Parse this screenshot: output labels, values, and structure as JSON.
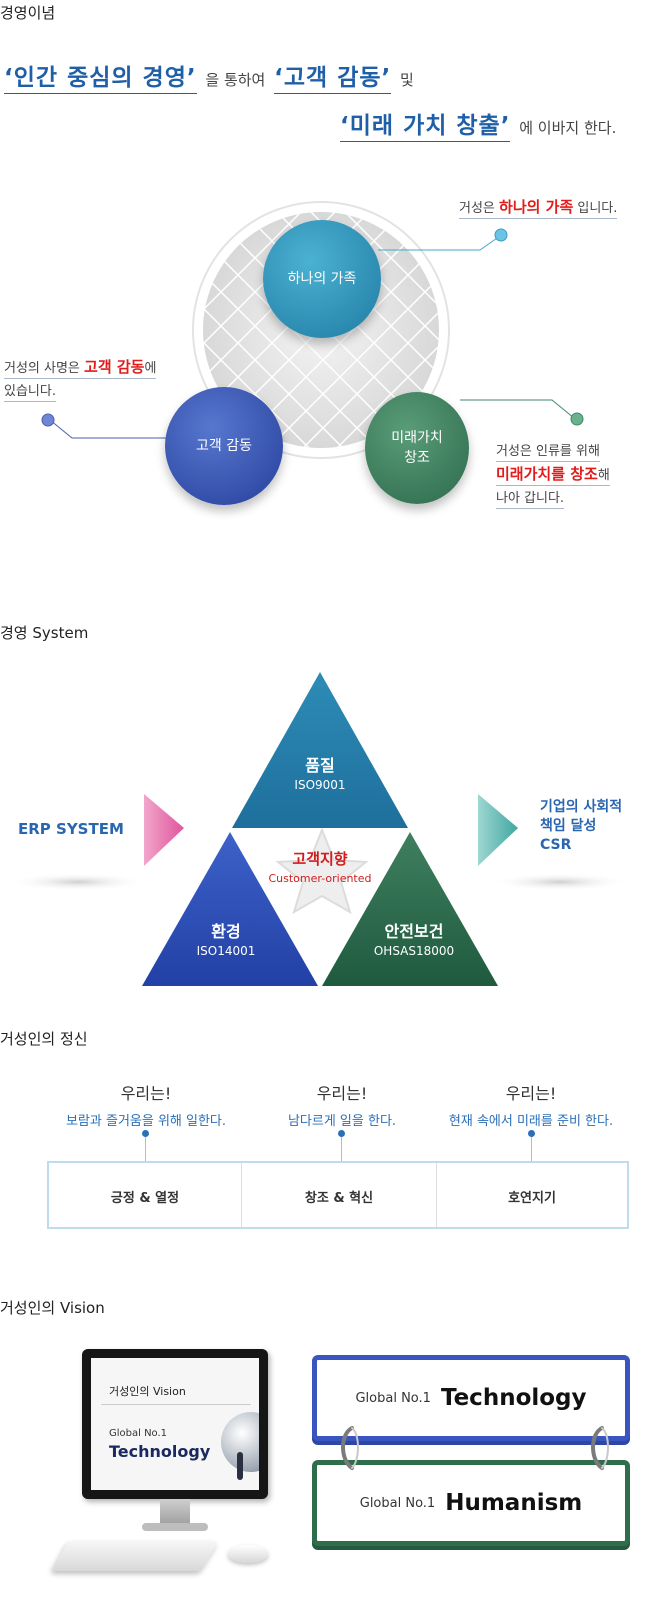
{
  "sections": {
    "philosophy_title": "경영이념",
    "system_title": "경영 System",
    "spirit_title": "거성인의 정신",
    "vision_title": "거성인의 Vision"
  },
  "philosophy": {
    "line1": {
      "hl1": "‘인간 중심의 경영’",
      "t1": "을 통하여",
      "hl2": "‘고객 감동’",
      "t2": "및"
    },
    "line2": {
      "hl": "‘미래 가치 창출’",
      "t": "에 이바지 한다."
    },
    "circles": {
      "family": "하나의 가족",
      "customer": "고객 감동",
      "future": [
        "미래가치",
        "창조"
      ]
    },
    "labels": {
      "family": {
        "pre": "거성은 ",
        "red": "하나의 가족",
        "post": " 입니다."
      },
      "customer": {
        "pre": "거성의 사명은 ",
        "red": "고객 감동",
        "post": "에",
        "line2": "있습니다."
      },
      "future": {
        "line1": "거성은 인류를 위해",
        "red": "미래가치를 창조",
        "post": "해",
        "line3": "나아 갑니다."
      }
    }
  },
  "system": {
    "left": "ERP SYSTEM",
    "right": [
      "기업의 사회적",
      "책임 달성",
      "CSR"
    ],
    "top": {
      "title": "품질",
      "code": "ISO9001"
    },
    "center": {
      "title": "고객지향",
      "sub": "Customer-oriented"
    },
    "bottom_left": {
      "title": "환경",
      "code": "ISO14001"
    },
    "bottom_right": {
      "title": "안전보건",
      "code": "OHSAS18000"
    }
  },
  "spirit": {
    "columns": [
      {
        "head": "우리는!",
        "sub": "보람과 즐거움을 위해 일한다.",
        "value": "긍정 & 열정"
      },
      {
        "head": "우리는!",
        "sub": "남다르게 일을 한다.",
        "value": "창조 & 혁신"
      },
      {
        "head": "우리는!",
        "sub": "현재 속에서 미래를 준비 한다.",
        "value": "호연지기"
      }
    ]
  },
  "vision": {
    "screen_title": "거성인의 Vision",
    "screen_sub": "Global No.1",
    "screen_main": "Technology",
    "box1": {
      "prefix": "Global No.1",
      "main": "Technology"
    },
    "box2": {
      "prefix": "Global No.1",
      "main": "Humanism"
    },
    "colors": {
      "box1_border": "#3a55c0",
      "box2_border": "#2e6e4c",
      "accent_blue": "#1e5fa8"
    }
  }
}
